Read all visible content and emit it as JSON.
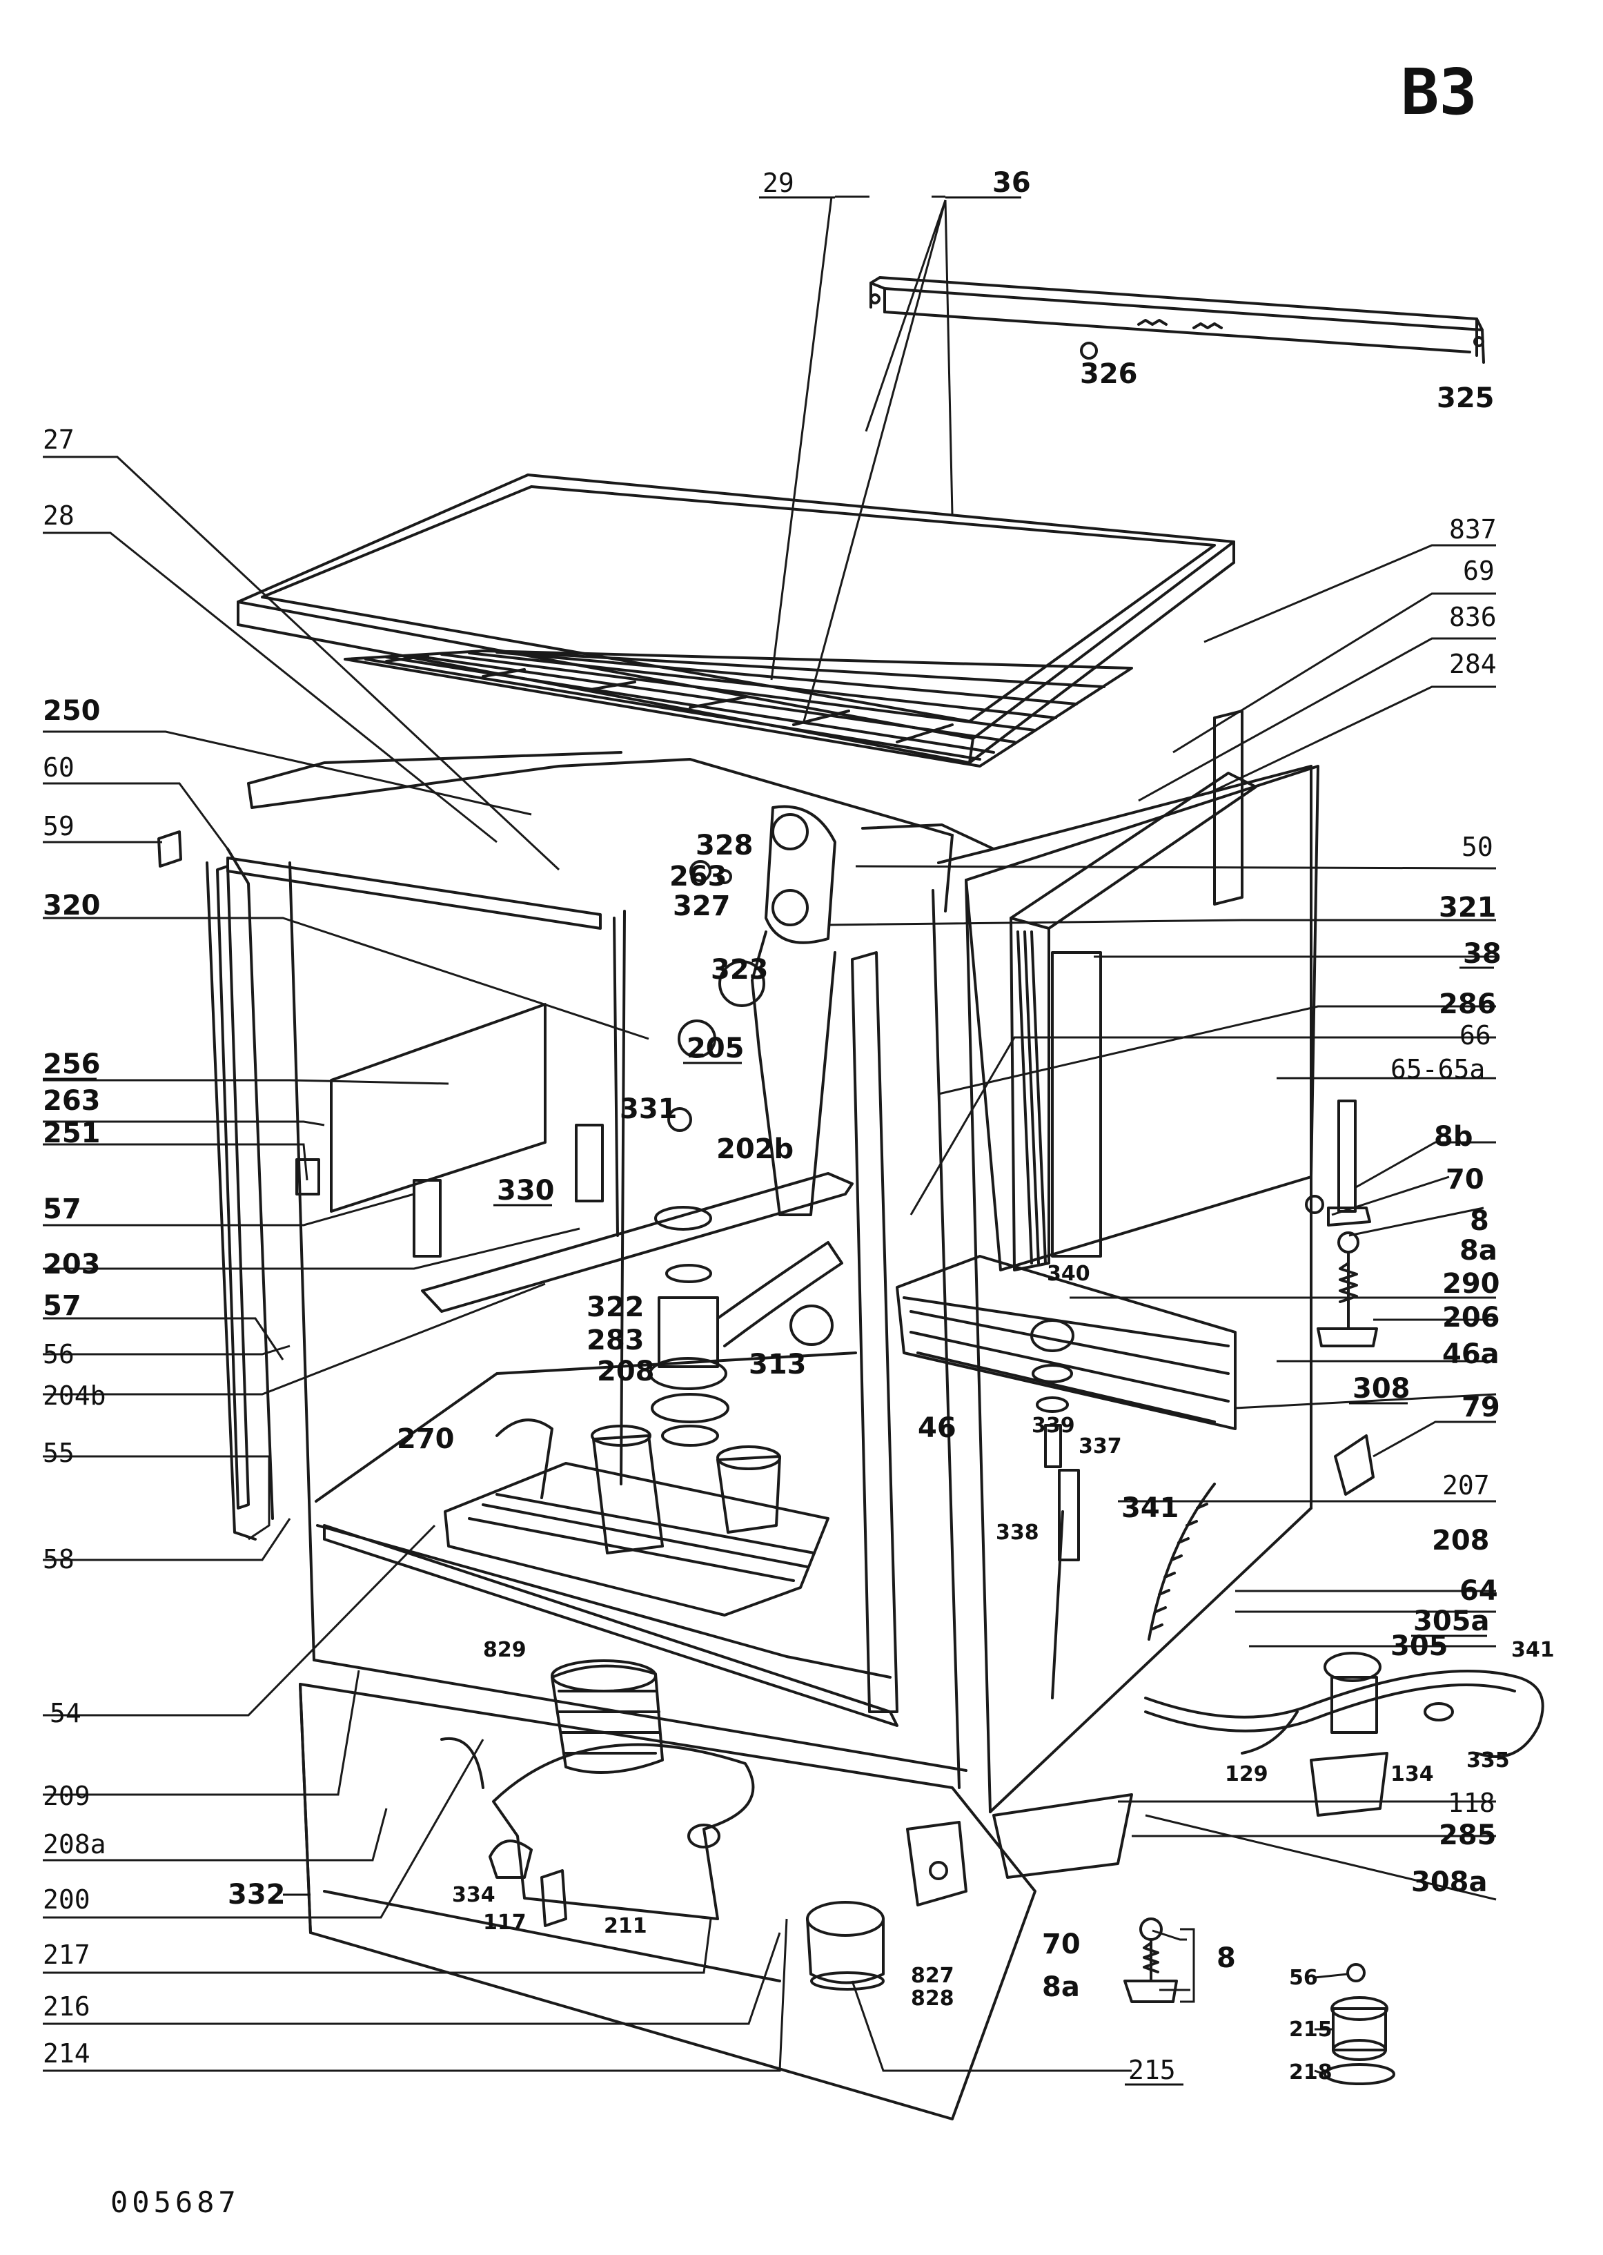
{
  "sheet_id": "B3",
  "document_number": "005687",
  "labels": {
    "l29": "29",
    "l36": "36",
    "l326": "326",
    "l325": "325",
    "l27": "27",
    "l28": "28",
    "l837": "837",
    "l69": "69",
    "l836": "836",
    "l284": "284",
    "l250": "250",
    "l60": "60",
    "l59": "59",
    "l328": "328",
    "l263a": "263",
    "l327": "327",
    "l50": "50",
    "l320": "320",
    "l321": "321",
    "l38": "38",
    "l323": "323",
    "l286": "286",
    "l205": "205",
    "l66": "66",
    "l256": "256",
    "l65": "65-65a",
    "l263b": "263",
    "l331": "331",
    "l251": "251",
    "l202b": "202b",
    "l8b": "8b",
    "l57a": "57",
    "l330": "330",
    "l70a": "70",
    "l8": "8",
    "l8a": "8a",
    "l203": "203",
    "l340": "340",
    "l290": "290",
    "l57b": "57",
    "l322": "322",
    "l206": "206",
    "l56": "56",
    "l283": "283",
    "l313": "313",
    "l46a": "46a",
    "l204b": "204b",
    "l208a": "208",
    "l308": "308",
    "l79": "79",
    "l270": "270",
    "l339": "339",
    "l46": "46",
    "l55": "55",
    "l337": "337",
    "l207": "207",
    "l341a": "341",
    "l338": "338",
    "l208b": "208",
    "l58": "58",
    "l64": "64",
    "l305a": "305a",
    "l829": "829",
    "l305": "305",
    "l341b": "341",
    "l54": "54",
    "l129": "129",
    "l134": "134",
    "l335": "335",
    "l209": "209",
    "l118": "118",
    "l285": "285",
    "l208a2": "208a",
    "l308a": "308a",
    "l332": "332",
    "l334": "334",
    "l200": "200",
    "l117": "117",
    "l211": "211",
    "l217": "217",
    "l70b": "70",
    "l8c": "8",
    "l827": "827",
    "l828": "828",
    "l8a2": "8a",
    "l56b": "56",
    "l216": "216",
    "l215a": "215",
    "l214": "214",
    "l215b": "215",
    "l218": "218"
  }
}
